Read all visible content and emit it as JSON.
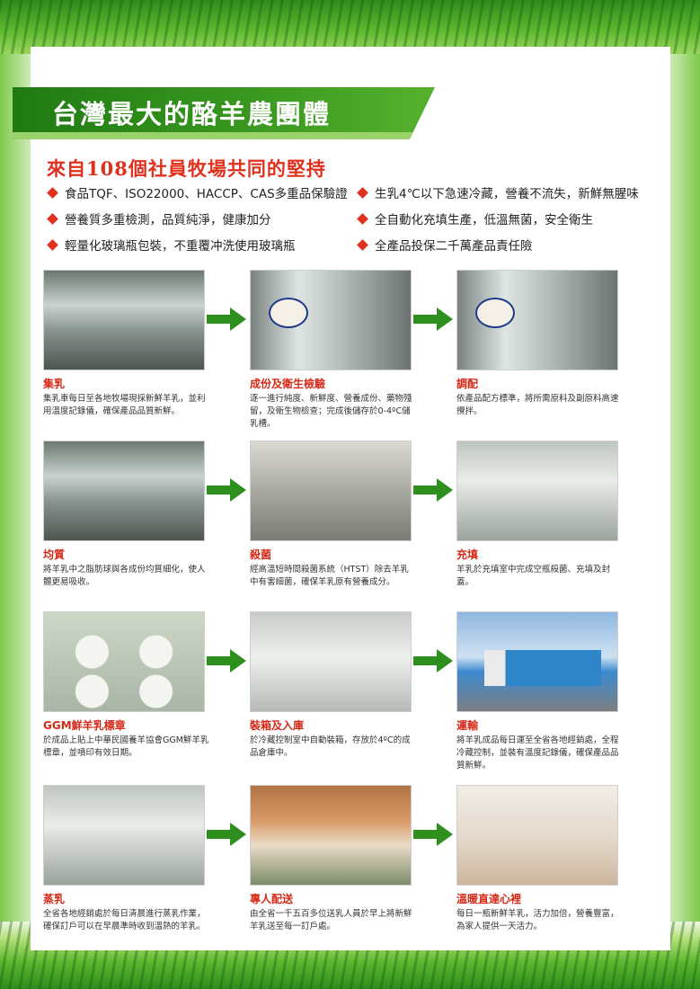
{
  "header": {
    "title": "台灣最大的酪羊農團體",
    "subtitle": "來自108個社員牧場共同的堅持"
  },
  "features": [
    "食品TQF、ISO22000、HACCP、CAS多重品保驗證",
    "生乳4℃以下急速冷藏，營養不流失，新鮮無腥味",
    "營養質多重檢測，品質純淨，健康加分",
    "全自動化充填生產，低溫無菌，安全衛生",
    "輕量化玻璃瓶包裝，不重覆冲洗使用玻璃瓶",
    "全產品投保二千萬產品責任險"
  ],
  "steps": [
    {
      "title": "集乳",
      "desc": "集乳車每日至各地牧場現採新鮮羊乳，並利用溫度記錄儀，確保產品品質新鮮。",
      "photo": "milk-tanker-truck"
    },
    {
      "title": "成份及衛生檢驗",
      "desc": "逐一進行純度、新鮮度、營養成份、藥物殘留，及衛生物檢查；完成後儲存於0-4ºC儲乳槽。",
      "photo": "storage-tank"
    },
    {
      "title": "調配",
      "desc": "依產品配方標準，將所需原料及副原料高速攪拌。",
      "photo": "mixing-tanks"
    },
    {
      "title": "均質",
      "desc": "將羊乳中之脂肪球與各成份均質細化，使人體更易吸收。",
      "photo": "homogenizer"
    },
    {
      "title": "殺菌",
      "desc": "經高溫短時間殺菌系統（HTST）除去羊乳中有害細菌，確保羊乳原有營養成分。",
      "photo": "sterilizer"
    },
    {
      "title": "充填",
      "desc": "羊乳於充填室中完成空瓶殺菌、充填及封蓋。",
      "photo": "filling-line"
    },
    {
      "title": "GGM鮮羊乳標章",
      "desc": "於成品上貼上中華民國養羊協會GGM鮮羊乳標章，並噴印有效日期。",
      "photo": "labeled-cups"
    },
    {
      "title": "裝箱及入庫",
      "desc": "於冷藏控制室中自動裝箱，存放於4ºC的成品倉庫中。",
      "photo": "packing-room"
    },
    {
      "title": "運輸",
      "desc": "將羊乳成品每日運至全省各地經銷處，全程冷藏控制，並裝有溫度記錄儀，確保產品品質新鮮。",
      "photo": "delivery-trucks"
    },
    {
      "title": "蒸乳",
      "desc": "全省各地經銷處於每日清晨進行蒸乳作業，確保訂戶可以在早晨準時收到溫熱的羊乳。",
      "photo": "steaming-cabinets"
    },
    {
      "title": "專人配送",
      "desc": "由全省一千五百多位送乳人員於早上將新鮮羊乳送至每一訂戶處。",
      "photo": "home-delivery"
    },
    {
      "title": "溫暖直達心裡",
      "desc": "每日一瓶新鮮羊乳，活力加倍，營養豐富，為家人提供一天活力。",
      "photo": "family-drinking"
    }
  ],
  "colors": {
    "title_green": "#2f8a1c",
    "accent_red": "#e0301e",
    "arrow_green": "#2e8f1e"
  }
}
